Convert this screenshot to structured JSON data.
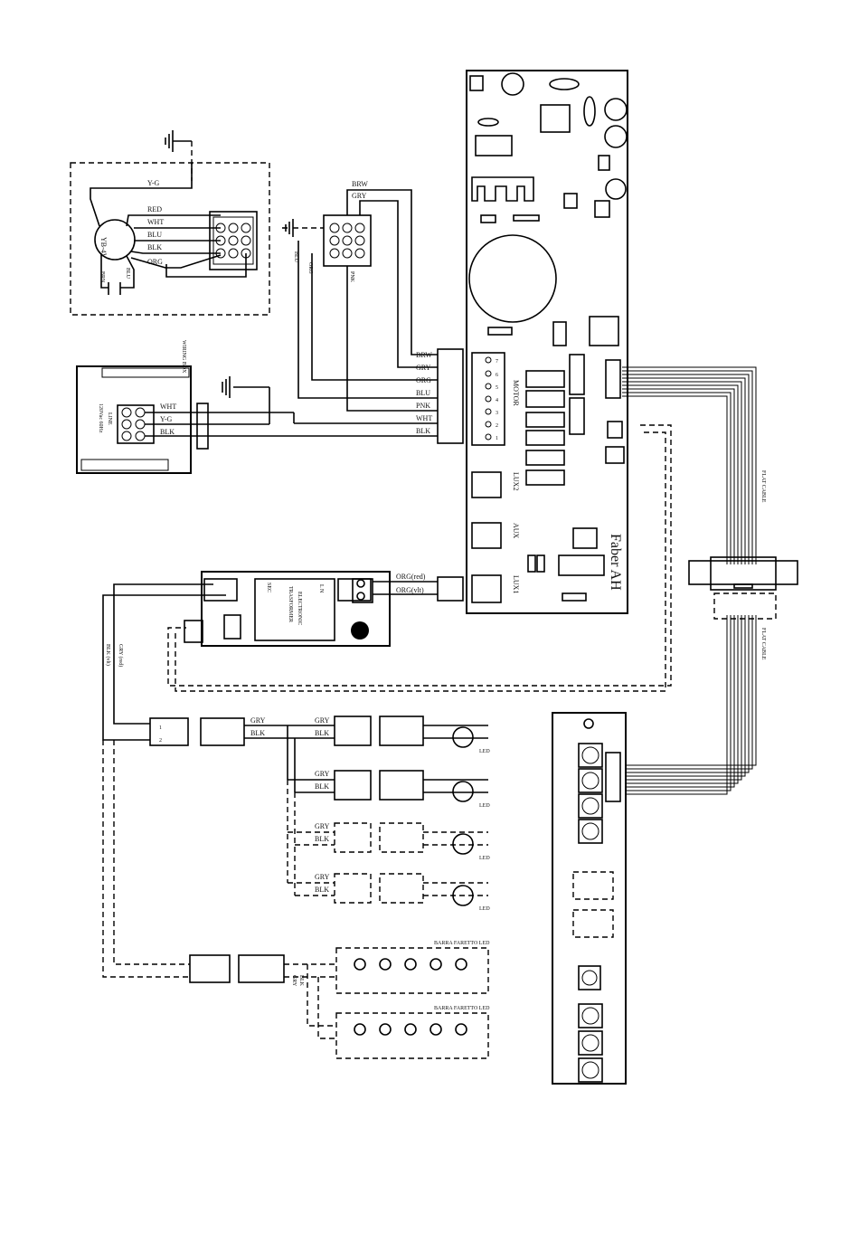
{
  "wire_colors": {
    "motor": [
      "Y-G",
      "RED",
      "WHT",
      "BLU",
      "BLK",
      "ORG"
    ],
    "motor_extra": [
      "BRN",
      "BLU"
    ],
    "motor_label": "YB-4V",
    "aux_connector": [
      "BRW",
      "GRY"
    ],
    "aux_side": [
      "BLU",
      "ORG",
      "PNK"
    ],
    "board_in": [
      "BRW",
      "GRY",
      "ORG",
      "BLU",
      "PNK",
      "WHT",
      "BLK"
    ],
    "line_in": [
      "WHT",
      "Y-G",
      "BLK"
    ],
    "trafo_out": [
      "ORG(red)",
      "ORG(vlt)"
    ],
    "trafo_side": [
      "GRY (red)",
      "BLK (vlt)"
    ],
    "led_wires": [
      "GRY",
      "BLK"
    ],
    "bar_wires": [
      "GRY",
      "BLK"
    ]
  },
  "labels": {
    "wiring_box": "WIRING BOX",
    "line": "LINE",
    "line_spec": "120Vac 60Hz",
    "board_brand": "Faber AH",
    "motor_port": "MOTOR",
    "lux2": "LUX2",
    "aux": "AUX",
    "lux1": "LUX1",
    "flat_cable_1": "FLAT CABLE",
    "flat_cable_2": "FLAT CABLE",
    "transformer_1": "ELECTRONIC",
    "transformer_2": "TRASFORMER",
    "sec": "SEC",
    "ln": "L   N",
    "led": "LED",
    "bar_led_1": "BARRA FARETTO LED",
    "bar_led_2": "BARRA FARETTO LED",
    "motor_pins": [
      "7",
      "6",
      "5",
      "4",
      "3",
      "2",
      "1"
    ],
    "pin_pair": [
      "2",
      "1"
    ],
    "conn_pins": [
      "1",
      "2"
    ]
  }
}
